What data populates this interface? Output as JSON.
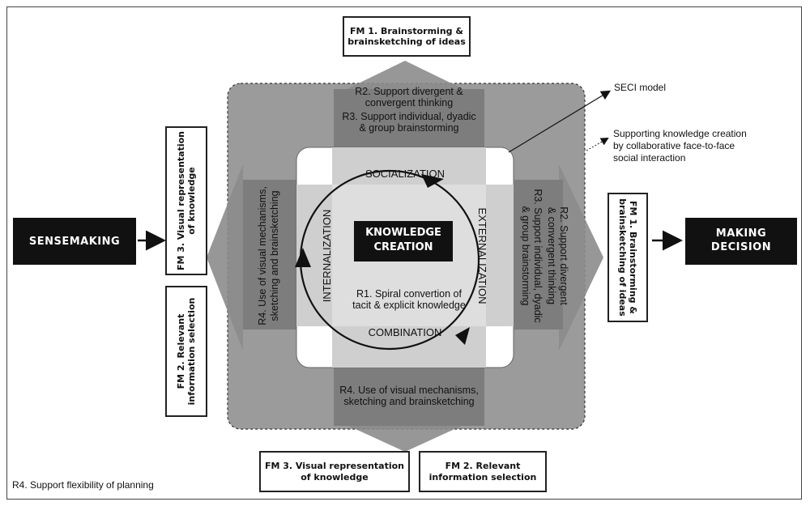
{
  "center": {
    "title_line1": "KNOWLEDGE",
    "title_line2": "CREATION"
  },
  "quadrants": {
    "socialization": "SOCIALIZATION",
    "externalization": "EXTERNALIZATION",
    "combination": "COMBINATION",
    "internalization": "INTERNALIZATION"
  },
  "r1": {
    "line1": "R1. Spiral convertion of",
    "line2": "tacit & explicit knowledge"
  },
  "top_arrow": {
    "line1": "R2. Support divergent &",
    "line2": "convergent thinking",
    "line3": "R3. Support individual, dyadic",
    "line4": "& group brainstorming"
  },
  "right_arrow": {
    "line1": "R2. Support divergent",
    "line2": "& convergent thinking",
    "line3": "R3. Support individual, dyadic",
    "line4": "& group brainstorming"
  },
  "left_arrow": {
    "line1": "R4. Use of visual mechanisms,",
    "line2": "sketching and brainsketching"
  },
  "bottom_arrow": {
    "line1": "R4. Use of visual mechanisms,",
    "line2": "sketching and brainsketching"
  },
  "fm_top": {
    "line1": "FM 1. Brainstorming &",
    "line2": "brainsketching of ideas"
  },
  "fm_right": {
    "line1": "FM 1. Brainstorming &",
    "line2": "brainsketching of ideas"
  },
  "fm_left_top": {
    "line1": "FM 3. Visual representation",
    "line2": "of knowledge"
  },
  "fm_left_bottom": {
    "line1": "FM 2. Relevant",
    "line2": "information selection"
  },
  "fm_bottom_left": {
    "line1": "FM 3. Visual representation",
    "line2": "of knowledge"
  },
  "fm_bottom_right": {
    "line1": "FM 2. Relevant",
    "line2": "information selection"
  },
  "sensemaking": "SENSEMAKING",
  "making_decision": {
    "line1": "MAKING",
    "line2": "DECISION"
  },
  "seci_label": "SECI model",
  "supporting": {
    "line1": "Supporting knowledge creation",
    "line2": "by collaborative face-to-face",
    "line3": "social interaction"
  },
  "footnote": "R4. Support flexibility of planning"
}
